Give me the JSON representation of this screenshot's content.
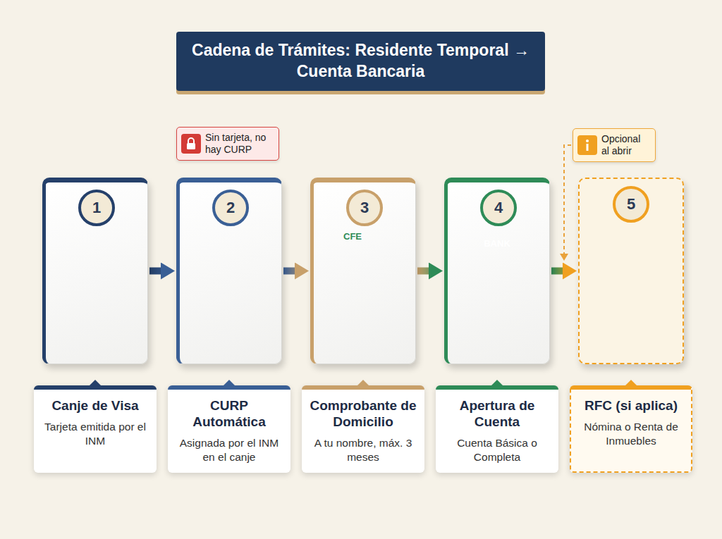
{
  "diagram": {
    "title": "Cadena de Trámites: Residente Temporal → Cuenta Bancaria",
    "nodes": [
      {
        "text": [
          "1"
        ]
      },
      {
        "text": [
          "2"
        ]
      },
      {
        "text": [
          "3"
        ]
      },
      {
        "text": [
          "4"
        ]
      },
      {
        "text": [
          "5"
        ]
      },
      {
        "text": [
          "Canje de Visa",
          "Tarjeta emitida por el INM"
        ]
      },
      {
        "text": [
          "CURP Automática",
          "Asignada por el INM en el canje"
        ]
      },
      {
        "text": [
          "Comprobante de Domicilio",
          "A tu nombre, máx. 3 meses"
        ]
      },
      {
        "text": [
          "Apertura de Cuenta",
          "Cuenta Básica o Completa"
        ]
      },
      {
        "text": [
          "RFC (si aplica)",
          "Nómina o Renta de Inmuebles"
        ]
      },
      {
        "text": [
          "Sin tarjeta, no hay CURP"
        ]
      },
      {
        "text": [
          "Opcional al abrir"
        ]
      }
    ],
    "edges": [
      {
        "from": 0,
        "to": 1,
        "arrow": "to"
      },
      {
        "from": 1,
        "to": 2,
        "arrow": "to"
      },
      {
        "from": 2,
        "to": 3,
        "arrow": "to"
      },
      {
        "from": 3,
        "to": 4,
        "arrow": "to"
      }
    ],
    "labels": [
      "CFE",
      "BANK"
    ]
  }
}
